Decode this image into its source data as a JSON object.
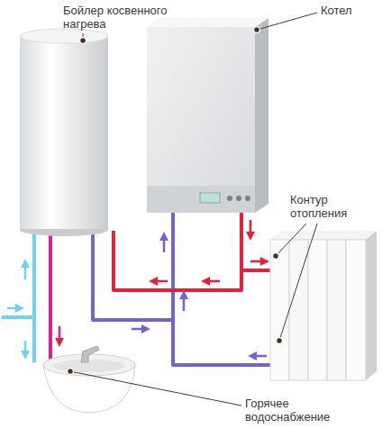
{
  "diagram": {
    "labels": [
      "Бойлер косвенного нагрева",
      "Котел",
      "Контур отопления",
      "Горячее водоснабжение"
    ]
  }
}
